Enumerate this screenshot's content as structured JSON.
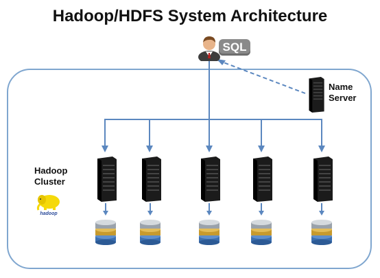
{
  "title": "Hadoop/HDFS System Architecture",
  "client": {
    "badge": "SQL"
  },
  "name_server": {
    "label_line1": "Name",
    "label_line2": "Server"
  },
  "cluster": {
    "label_line1": "Hadoop",
    "label_line2": "Cluster",
    "logo_text": "hadoop"
  },
  "colors": {
    "link": "#5b87bf",
    "border": "#7fa6cf",
    "badge": "#8a8a8a",
    "logo": "#f5d90a"
  },
  "nodes": [
    {
      "id": "data-node-1"
    },
    {
      "id": "data-node-2"
    },
    {
      "id": "data-node-3"
    },
    {
      "id": "data-node-4"
    },
    {
      "id": "data-node-5"
    }
  ]
}
